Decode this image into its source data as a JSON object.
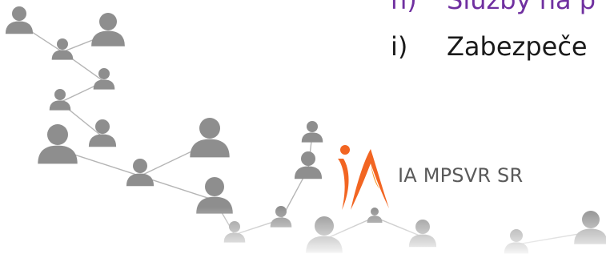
{
  "slide": {
    "list": [
      {
        "marker": "h)",
        "text": "Služby na p",
        "color": "#7030a0"
      },
      {
        "marker": "i)",
        "text": "Zabezpeče",
        "color": "#1a1a1a"
      }
    ]
  },
  "logo": {
    "text": "IA MPSVR SR",
    "icon": "ia-logo-icon",
    "colors": {
      "accent": "#f26522",
      "accent_light": "#f7941d"
    }
  },
  "network": {
    "icon": "person-icon",
    "node_color": "#8e8e8e",
    "line_color": "#b5b5b5"
  }
}
